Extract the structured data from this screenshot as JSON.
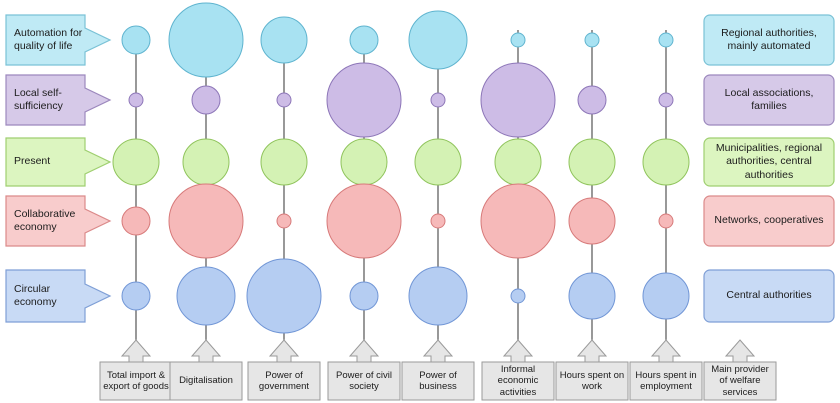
{
  "rows": [
    {
      "label": "Automation for quality of life",
      "provider": "Regional authorities, mainly automated",
      "color": "#bfeaf5",
      "border": "#7ac2d6",
      "bubble": "#a8e2f2",
      "bubble_border": "#5fb4cf"
    },
    {
      "label": "Local self-sufficiency",
      "provider": "Local associations, families",
      "color": "#d6c9e8",
      "border": "#9c88bd",
      "bubble": "#cdbce6",
      "bubble_border": "#8d76b8"
    },
    {
      "label": "Present",
      "provider": "Municipalities, regional authorities, central authorities",
      "color": "#dcf5c0",
      "border": "#9fcf70",
      "bubble": "#d4f2b4",
      "bubble_border": "#90c45c"
    },
    {
      "label": "Collaborative economy",
      "provider": "Networks, cooperatives",
      "color": "#f8cccc",
      "border": "#db8a8a",
      "bubble": "#f6b9b9",
      "bubble_border": "#d77a7a"
    },
    {
      "label": "Circular economy",
      "provider": "Central authorities",
      "color": "#c8daf5",
      "border": "#7f9fd6",
      "bubble": "#b5cdf2",
      "bubble_border": "#7196d6"
    }
  ],
  "categories": [
    {
      "label": "Total import & export of goods",
      "sizes": [
        2,
        1,
        3,
        2,
        2
      ]
    },
    {
      "label": "Digitalisation",
      "sizes": [
        5,
        2,
        3,
        5,
        4
      ]
    },
    {
      "label": "Power of government",
      "sizes": [
        3,
        1,
        3,
        1,
        5
      ]
    },
    {
      "label": "Power of civil society",
      "sizes": [
        2,
        5,
        3,
        5,
        2
      ]
    },
    {
      "label": "Power of business",
      "sizes": [
        4,
        1,
        3,
        1,
        4
      ]
    },
    {
      "label": "Informal economic activities",
      "sizes": [
        1,
        5,
        3,
        5,
        1
      ]
    },
    {
      "label": "Hours spent on work",
      "sizes": [
        1,
        2,
        3,
        3,
        3
      ]
    },
    {
      "label": "Hours spent in employment",
      "sizes": [
        1,
        1,
        3,
        1,
        3
      ]
    },
    {
      "label": "Main provider of welfare services",
      "sizes": []
    }
  ],
  "colors": {
    "arrow_fill": "#e6e6e6",
    "arrow_border": "#9a9a9a",
    "stem": "#555555"
  }
}
